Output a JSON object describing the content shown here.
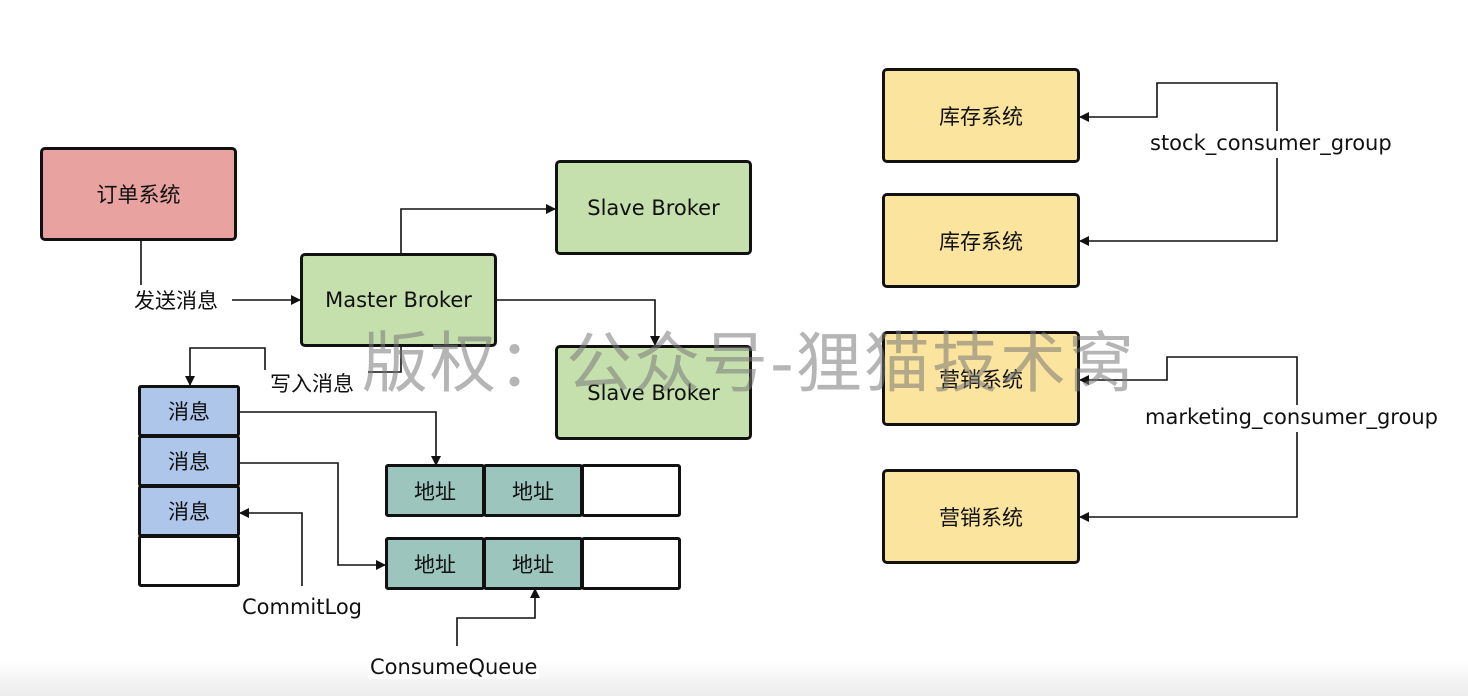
{
  "nodes": {
    "order_system": "订单系统",
    "master_broker": "Master Broker",
    "slave_broker_top": "Slave Broker",
    "slave_broker_bottom": "Slave Broker",
    "inventory_1": "库存系统",
    "inventory_2": "库存系统",
    "marketing_1": "营销系统",
    "marketing_2": "营销系统"
  },
  "commitlog": {
    "cells": [
      "消息",
      "消息",
      "消息",
      ""
    ],
    "label": "CommitLog"
  },
  "consume_queues": [
    {
      "cells": [
        "地址",
        "地址",
        ""
      ]
    },
    {
      "cells": [
        "地址",
        "地址",
        ""
      ]
    }
  ],
  "consume_queue_label": "ConsumeQueue",
  "edge_labels": {
    "send_message": "发送消息",
    "write_message": "写入消息"
  },
  "groups": {
    "stock": "stock_consumer_group",
    "marketing": "marketing_consumer_group"
  },
  "watermark": "版权：公众号-狸猫技术窝",
  "colors": {
    "order_fill": "#e8a29f",
    "broker_fill": "#c5e0ad",
    "consumer_fill": "#fbe49e",
    "message_fill": "#aec6ea",
    "address_fill": "#9cc5bd"
  }
}
